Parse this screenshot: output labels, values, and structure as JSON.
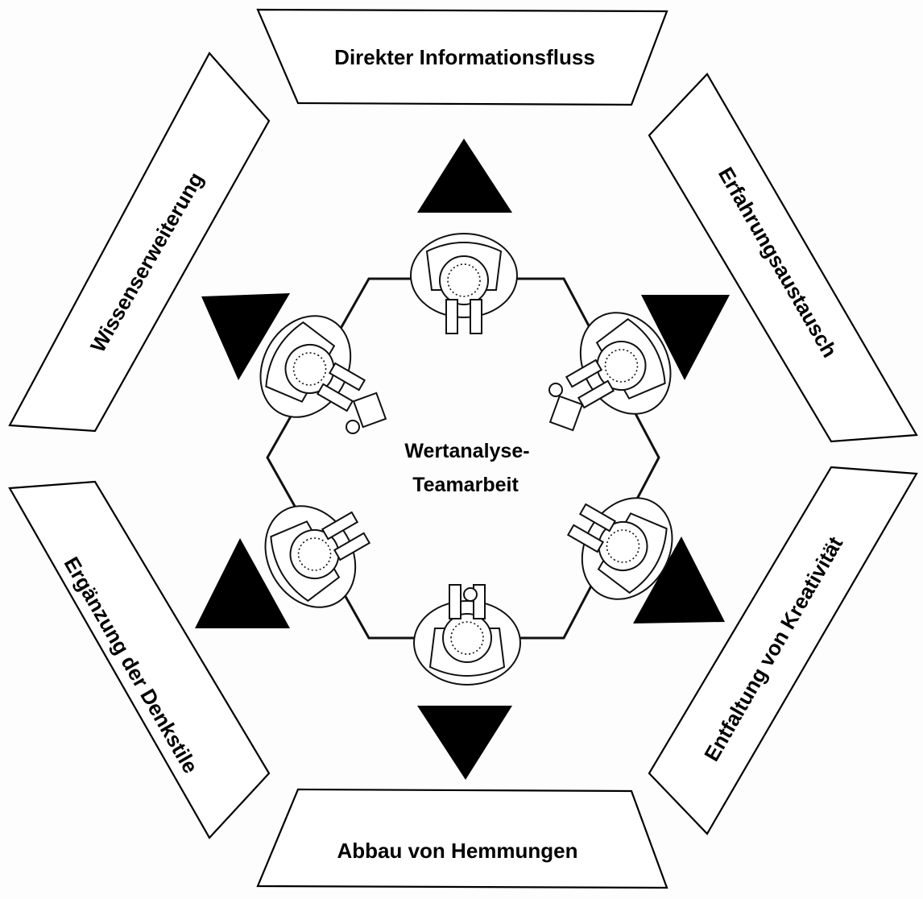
{
  "diagram": {
    "center_title": "Wertanalyse-\nTeamarbeit",
    "center_line1": "Wertanalyse-",
    "center_line2": "Teamarbeit",
    "benefits": {
      "top": "Direkter Informationsfluss",
      "upper_right": "Erfahrungsaustausch",
      "lower_right": "Entfaltung von Kreativität",
      "bottom": "Abbau von Hemmungen",
      "lower_left": "Ergänzung der Denkstile",
      "upper_left": "Wissenserweiterung"
    },
    "team_member_count": 6
  },
  "colors": {
    "ink": "#000000",
    "paper": "#ffffff"
  }
}
